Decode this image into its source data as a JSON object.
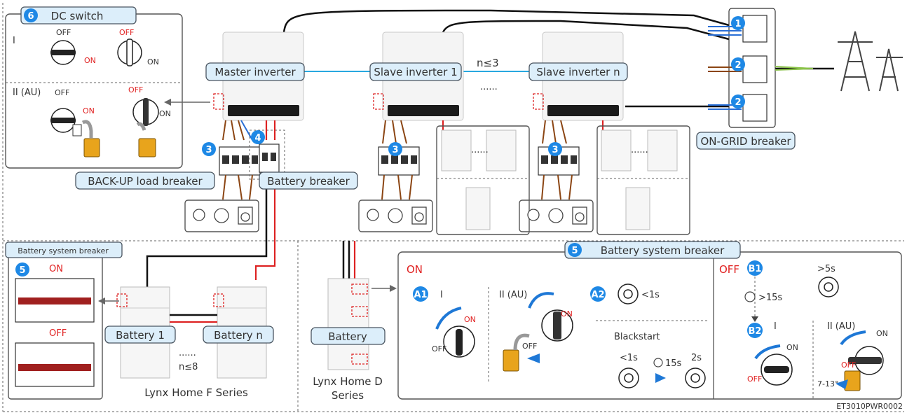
{
  "labels": {
    "master_inverter": "Master inverter",
    "slave_inverter_1": "Slave inverter 1",
    "slave_inverter_n": "Slave inverter n",
    "inverter_count": "n≤3",
    "ellipsis": "......",
    "on_grid_breaker": "ON-GRID breaker",
    "backup_load_breaker": "BACK-UP load breaker",
    "battery_breaker": "Battery breaker",
    "battery_system_breaker_small": "Battery system breaker",
    "battery_system_breaker": "Battery system breaker",
    "battery_1": "Battery 1",
    "battery_n": "Battery n",
    "battery": "Battery",
    "battery_count": "n≤8",
    "lynx_f": "Lynx Home F Series",
    "lynx_d_line1": "Lynx Home D",
    "lynx_d_line2": "Series",
    "dc_switch": "DC switch",
    "figure_id": "ET3010PWR0002"
  },
  "badges": {
    "n1": "1",
    "n2": "2",
    "n3": "3",
    "n4": "4",
    "n5": "5",
    "n6": "6",
    "a1": "A1",
    "a2": "A2",
    "b1": "B1",
    "b2": "B2"
  },
  "dc_switch": {
    "row1": "I",
    "row2": "II (AU)",
    "off": "OFF",
    "on": "ON"
  },
  "battery_system_panel": {
    "on": "ON",
    "off": "OFF"
  },
  "system_breaker_panel": {
    "on_title": "ON",
    "off_title": "OFF",
    "i": "I",
    "ii_au": "II (AU)",
    "on": "ON",
    "off": "OFF",
    "lt1s": "<1s",
    "blackstart": "Blackstart",
    "bs_lt1s": "<1s",
    "bs_15s": "15s",
    "bs_2s": "2s",
    "gt5s": ">5s",
    "gt15s": ">15s",
    "b2_i": "I",
    "b2_ii_au": "II (AU)",
    "b2_on": "ON",
    "b2_off": "OFF",
    "b2_on2": "ON",
    "b2_off2": "OFF",
    "angle": "7-13°"
  }
}
